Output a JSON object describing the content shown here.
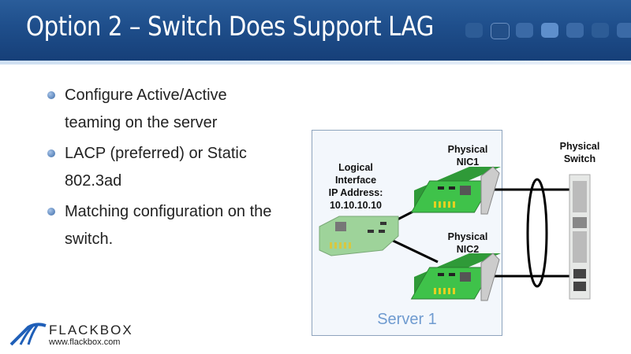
{
  "slide": {
    "title": "Option 2 – Switch Does Support LAG"
  },
  "bullets": [
    "Configure Active/Active teaming on the server",
    "LACP (preferred) or Static 802.3ad",
    "Matching configuration on the switch."
  ],
  "diagram": {
    "server_label": "Server 1",
    "logical_label": [
      "Logical",
      "Interface",
      "IP Address:",
      "10.10.10.10"
    ],
    "nic1_label": [
      "Physical",
      "NIC1"
    ],
    "nic2_label": [
      "Physical",
      "NIC2"
    ],
    "switch_label": [
      "Physical",
      "Switch"
    ]
  },
  "logo": {
    "brand": "FLACKBOX",
    "url": "www.flackbox.com"
  },
  "colors": {
    "header": "#1f4f8c",
    "server_text": "#6f9bd0",
    "nic_green": "#3fc24a"
  }
}
